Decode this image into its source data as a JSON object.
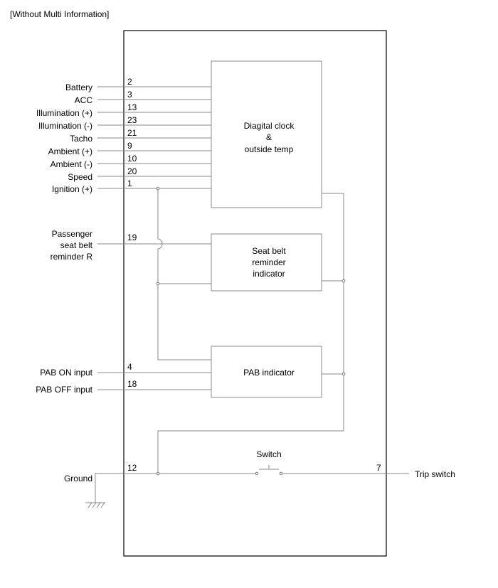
{
  "header": "[Without Multi Information]",
  "left_signals": [
    {
      "label": "Battery",
      "pin": "2"
    },
    {
      "label": "ACC",
      "pin": "3"
    },
    {
      "label": "Illumination (+)",
      "pin": "13"
    },
    {
      "label": "Illumination (-)",
      "pin": "23"
    },
    {
      "label": "Tacho",
      "pin": "21"
    },
    {
      "label": "Ambient (+)",
      "pin": "9"
    },
    {
      "label": "Ambient (-)",
      "pin": "10"
    },
    {
      "label": "Speed",
      "pin": "20"
    },
    {
      "label": "Ignition (+)",
      "pin": "1"
    }
  ],
  "passenger": {
    "lines": [
      "Passenger",
      "seat belt",
      "reminder R"
    ],
    "pin": "19"
  },
  "pab_on": {
    "label": "PAB ON input",
    "pin": "4"
  },
  "pab_off": {
    "label": "PAB OFF input",
    "pin": "18"
  },
  "ground": {
    "label": "Ground",
    "pin": "12"
  },
  "trip": {
    "label": "Trip switch",
    "pin": "7"
  },
  "switch_label": "Switch",
  "blocks": {
    "clock": [
      "Diagital clock",
      "&",
      "outside temp"
    ],
    "seatbelt": [
      "Seat belt",
      "reminder",
      "indicator"
    ],
    "pab": "PAB indicator"
  }
}
